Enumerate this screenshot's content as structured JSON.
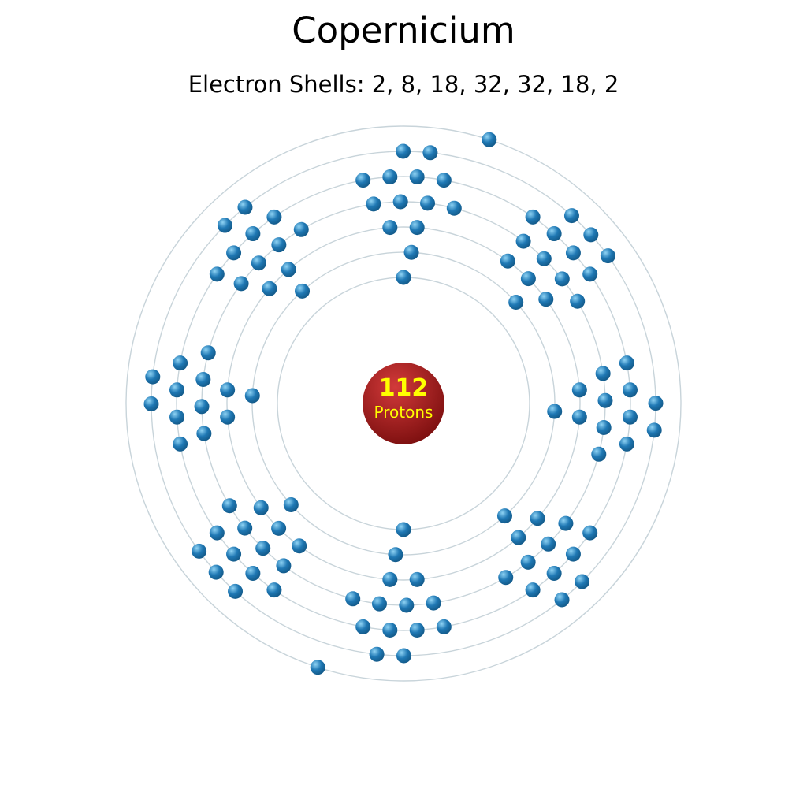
{
  "element": {
    "name": "Copernicium",
    "shells_label": "Electron Shells: 2, 8, 18, 32, 32, 18, 2",
    "shells": [
      2,
      8,
      18,
      32,
      32,
      18,
      2
    ]
  },
  "nucleus": {
    "count": "112",
    "label": "Protons"
  },
  "colors": {
    "orbit": "#c8d4da",
    "electron": "#1f78b4",
    "electron_highlight": "#8fd3f4",
    "nucleus_dark": "#7a0e0e",
    "nucleus_light": "#d23a3a",
    "nucleus_text": "#ffff00"
  }
}
